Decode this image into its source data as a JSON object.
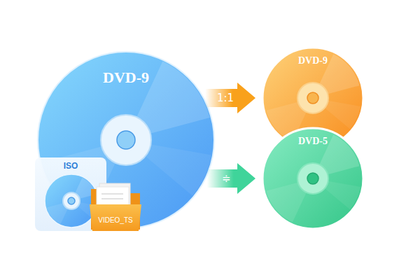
{
  "diagram": {
    "nodes": [
      {
        "text": [
          "DVD-9"
        ]
      },
      {
        "text": [
          "DVD-9"
        ]
      },
      {
        "text": [
          "DVD-5"
        ]
      },
      {
        "text": [
          "ISO"
        ]
      },
      {
        "text": [
          "VIDEO_TS"
        ]
      }
    ],
    "edges": [
      {
        "from": 0,
        "to": 1,
        "label": "1:1",
        "arrow": "to"
      },
      {
        "from": 0,
        "to": 2,
        "label": "≑",
        "arrow": "to"
      }
    ]
  }
}
